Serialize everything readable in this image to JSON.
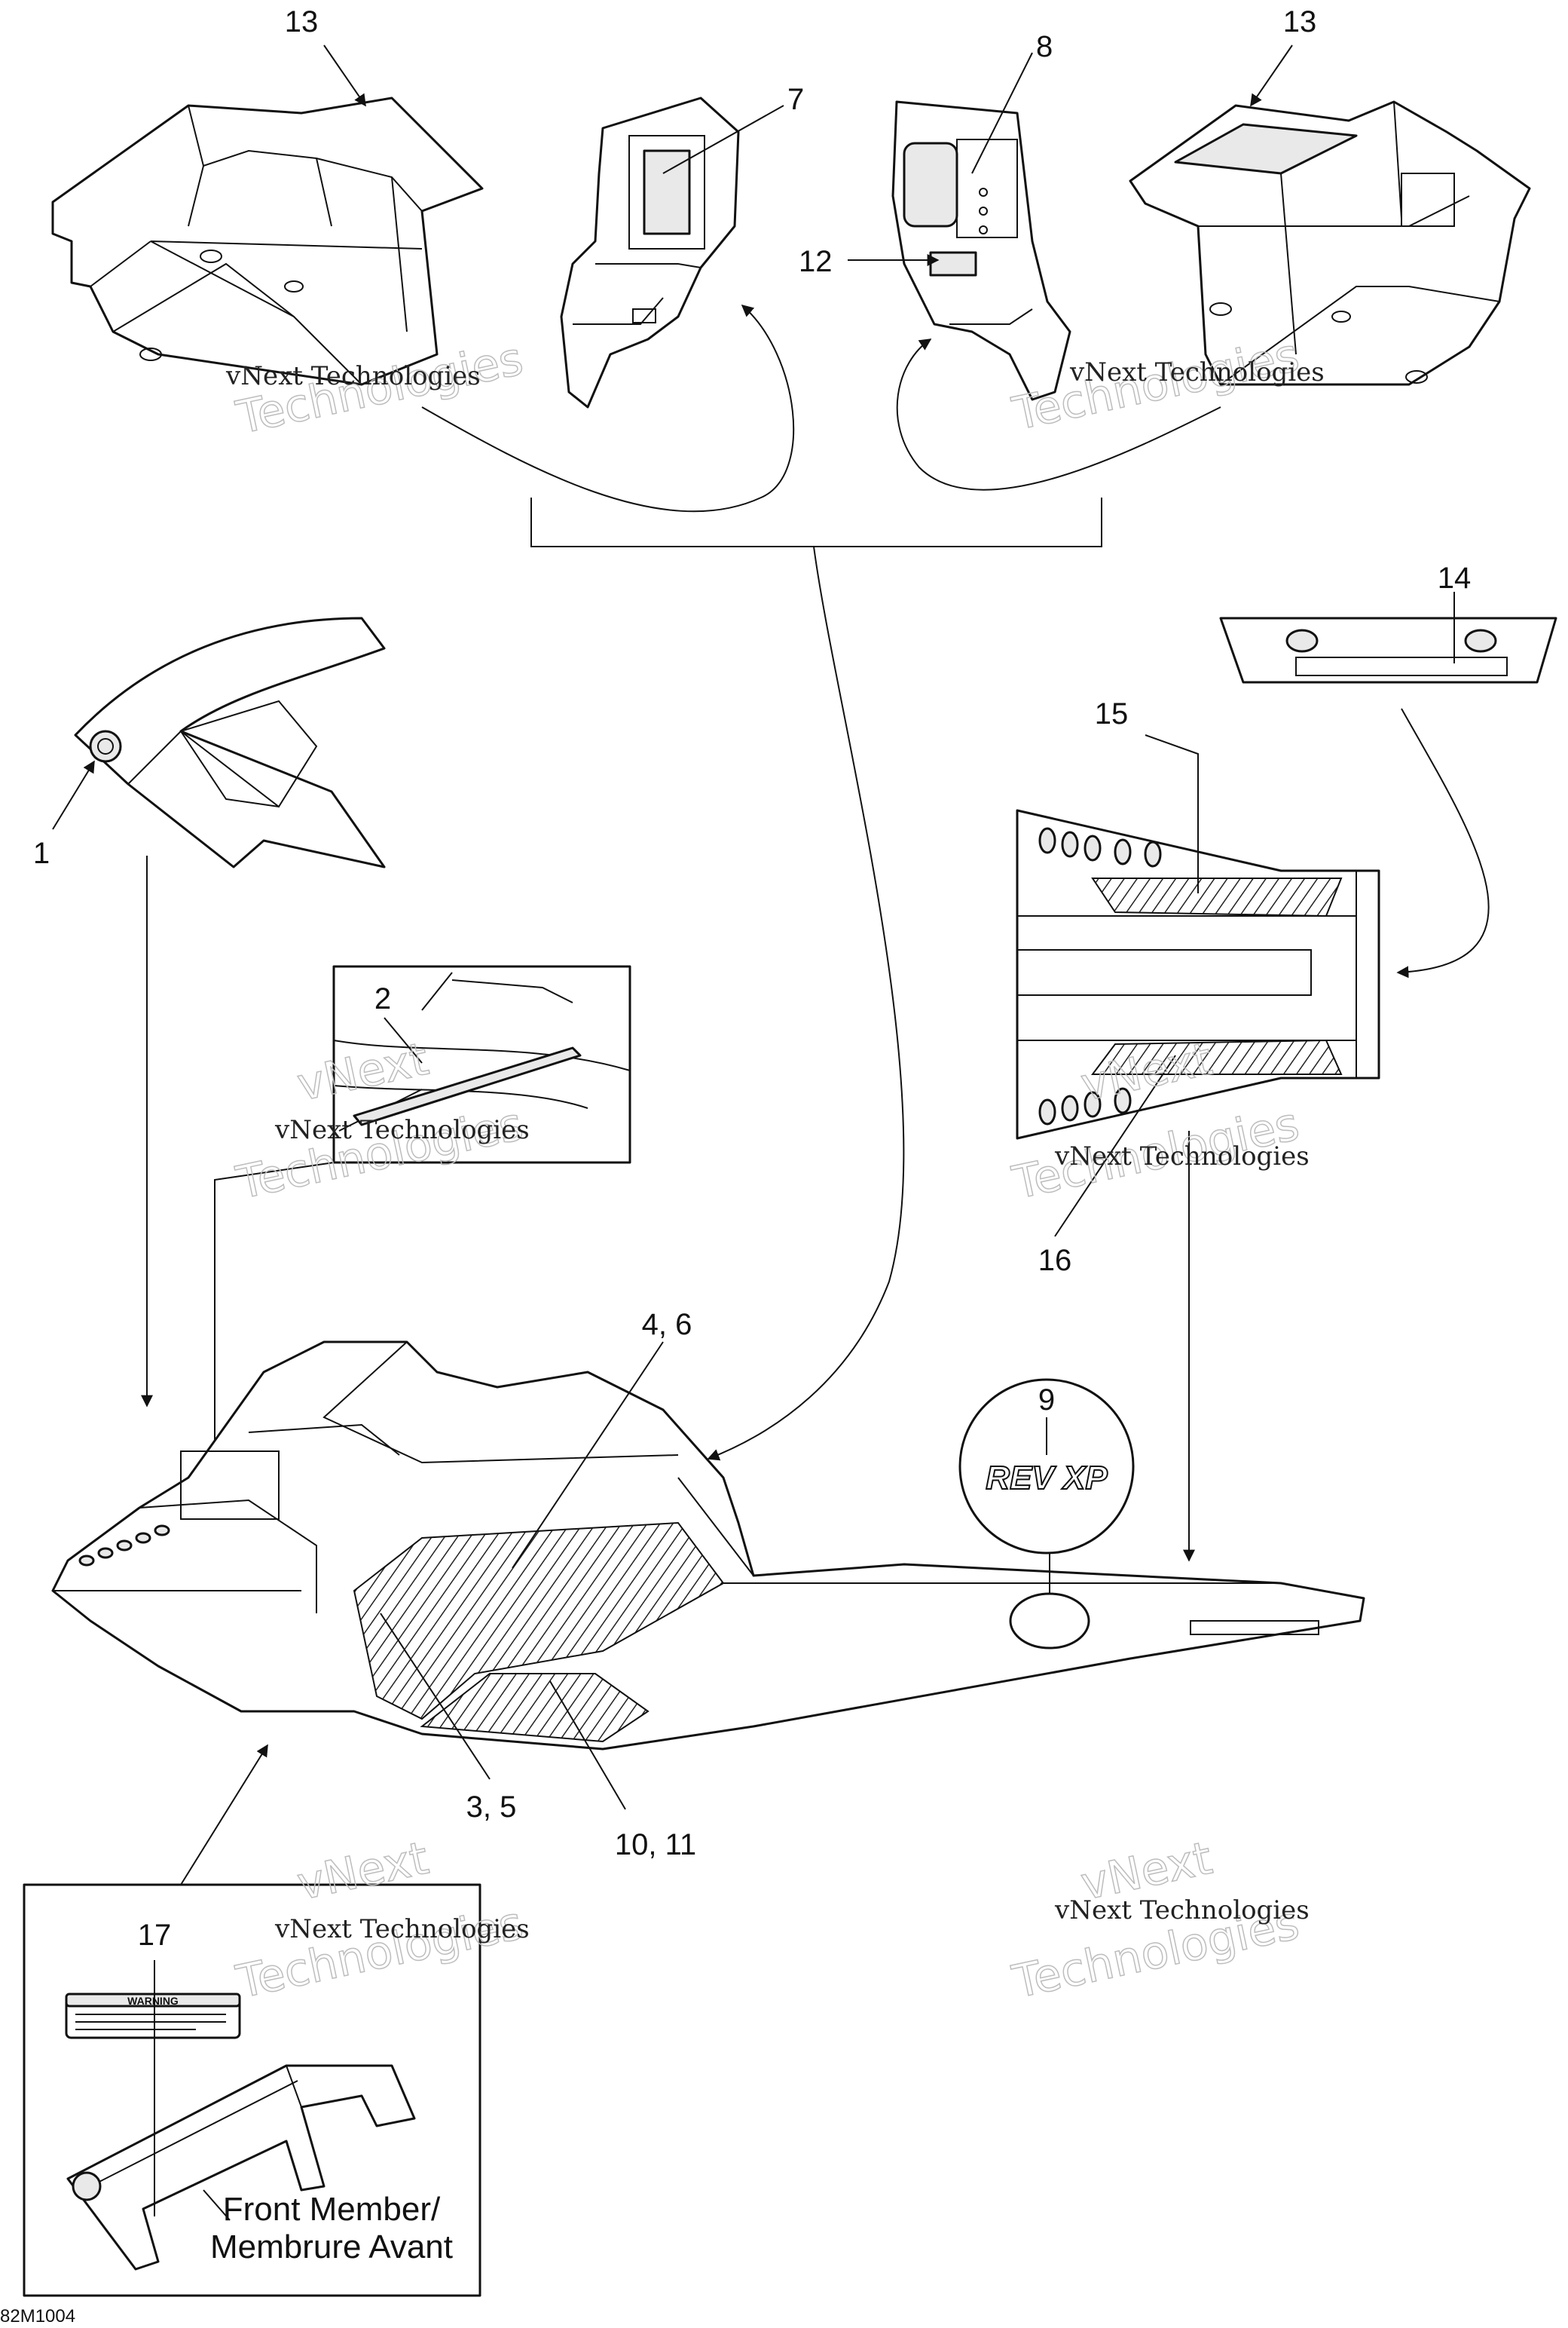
{
  "callouts": {
    "c1": "1",
    "c2": "2",
    "c3_5": "3, 5",
    "c4_6": "4, 6",
    "c7": "7",
    "c8": "8",
    "c9": "9",
    "c10_11": "10, 11",
    "c12": "12",
    "c13_left": "13",
    "c13_right": "13",
    "c14": "14",
    "c15": "15",
    "c16": "16",
    "c17": "17"
  },
  "labels": {
    "front_member_en": "Front Member/",
    "front_member_fr": "Membrure Avant",
    "figure_code": "82M1004",
    "warning_title": "WARNING",
    "decal_logo": "REV XP"
  },
  "watermark": {
    "line1": "vNext Technologies",
    "line2": "vNext",
    "line3": "Technologies"
  }
}
